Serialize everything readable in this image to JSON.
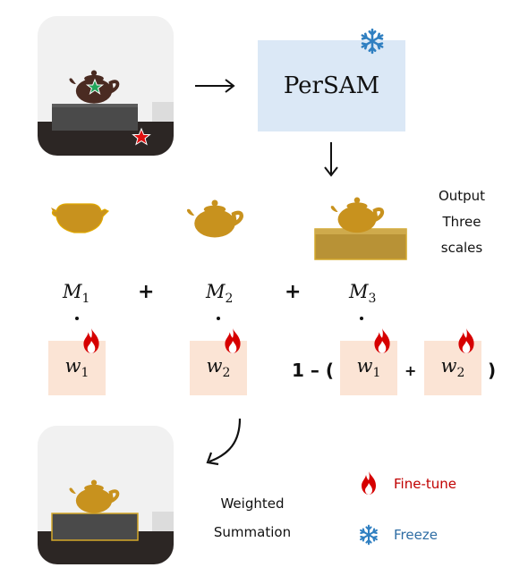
{
  "model": {
    "name": "PerSAM"
  },
  "output_caption": [
    "Output",
    "Three",
    "scales"
  ],
  "masks": [
    {
      "symbol": "M",
      "sub": "1"
    },
    {
      "symbol": "M",
      "sub": "2"
    },
    {
      "symbol": "M",
      "sub": "3"
    }
  ],
  "weights": [
    {
      "symbol": "w",
      "sub": "1"
    },
    {
      "symbol": "w",
      "sub": "2"
    },
    {
      "symbol": "w",
      "sub": "1"
    },
    {
      "symbol": "w",
      "sub": "2"
    }
  ],
  "operators": {
    "plus": "+",
    "one_minus": "1 – (",
    "close": ")"
  },
  "summation_caption": [
    "Weighted",
    "Summation"
  ],
  "legend": [
    {
      "label": "Fine-tune",
      "color": "#c00000",
      "icon": "flame-icon"
    },
    {
      "label": "Freeze",
      "color": "#2e6da4",
      "icon": "snowflake-icon"
    }
  ],
  "colors": {
    "persam_bg": "#dbe8f6",
    "weight_bg": "#fbe4d5",
    "flame": "#d60000",
    "snow": "#2f7fc1",
    "mask": "#c8921e"
  }
}
